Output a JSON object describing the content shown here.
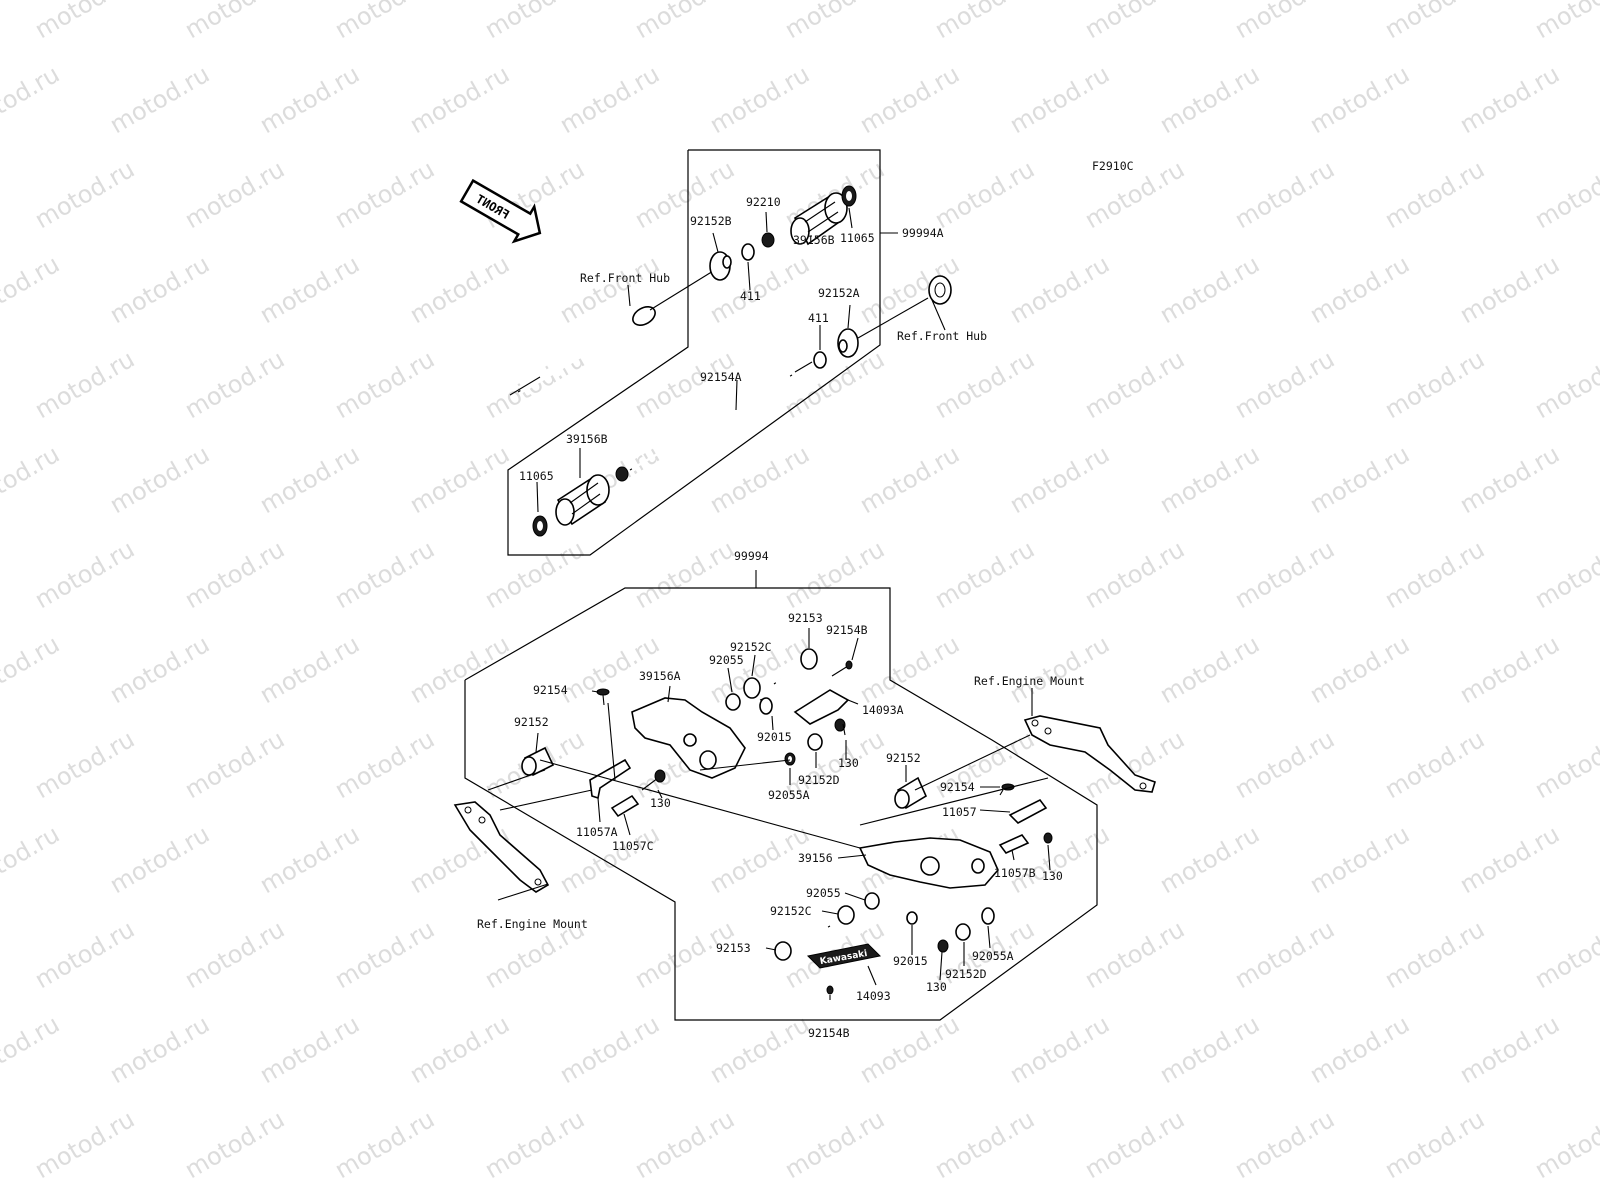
{
  "diagram_code": "F2910C",
  "watermark_text": "motod.ru",
  "front_arrow_label": "FRONT",
  "labels": {
    "p99994A": "99994A",
    "p99994": "99994",
    "p92152B": "92152B",
    "p92210": "92210",
    "p11065_top": "11065",
    "p39156B_top": "39156B",
    "p411_a": "411",
    "p411_b": "411",
    "p92152A": "92152A",
    "ref_front_hub_left": "Ref.Front Hub",
    "ref_front_hub_right": "Ref.Front Hub",
    "p92154A": "92154A",
    "p39156B_bot": "39156B",
    "p11065_bot": "11065",
    "p92153_top": "92153",
    "p92154B_top": "92154B",
    "p92152C_top": "92152C",
    "p92055_top": "92055",
    "p39156A": "39156A",
    "p92154": "92154",
    "p14093A": "14093A",
    "p92152_left": "92152",
    "p92015_top": "92015",
    "p130_a": "130",
    "p130_b": "130",
    "p92152D_top": "92152D",
    "p92055A_top": "92055A",
    "p11057A": "11057A",
    "p11057C": "11057C",
    "ref_engine_mount_right": "Ref.Engine Mount",
    "ref_engine_mount_left": "Ref.Engine Mount",
    "p92152_right": "92152",
    "p92154_right": "92154",
    "p11057": "11057",
    "p39156": "39156",
    "p11057B": "11057B",
    "p130_c": "130",
    "p92055_bot": "92055",
    "p92152C_bot": "92152C",
    "p92153_bot": "92153",
    "p92015_bot": "92015",
    "p92055A_bot": "92055A",
    "p130_d": "130",
    "p92152D_bot": "92152D",
    "p14093": "14093",
    "p92154B_bot": "92154B",
    "logo_text": "Kawasaki"
  }
}
